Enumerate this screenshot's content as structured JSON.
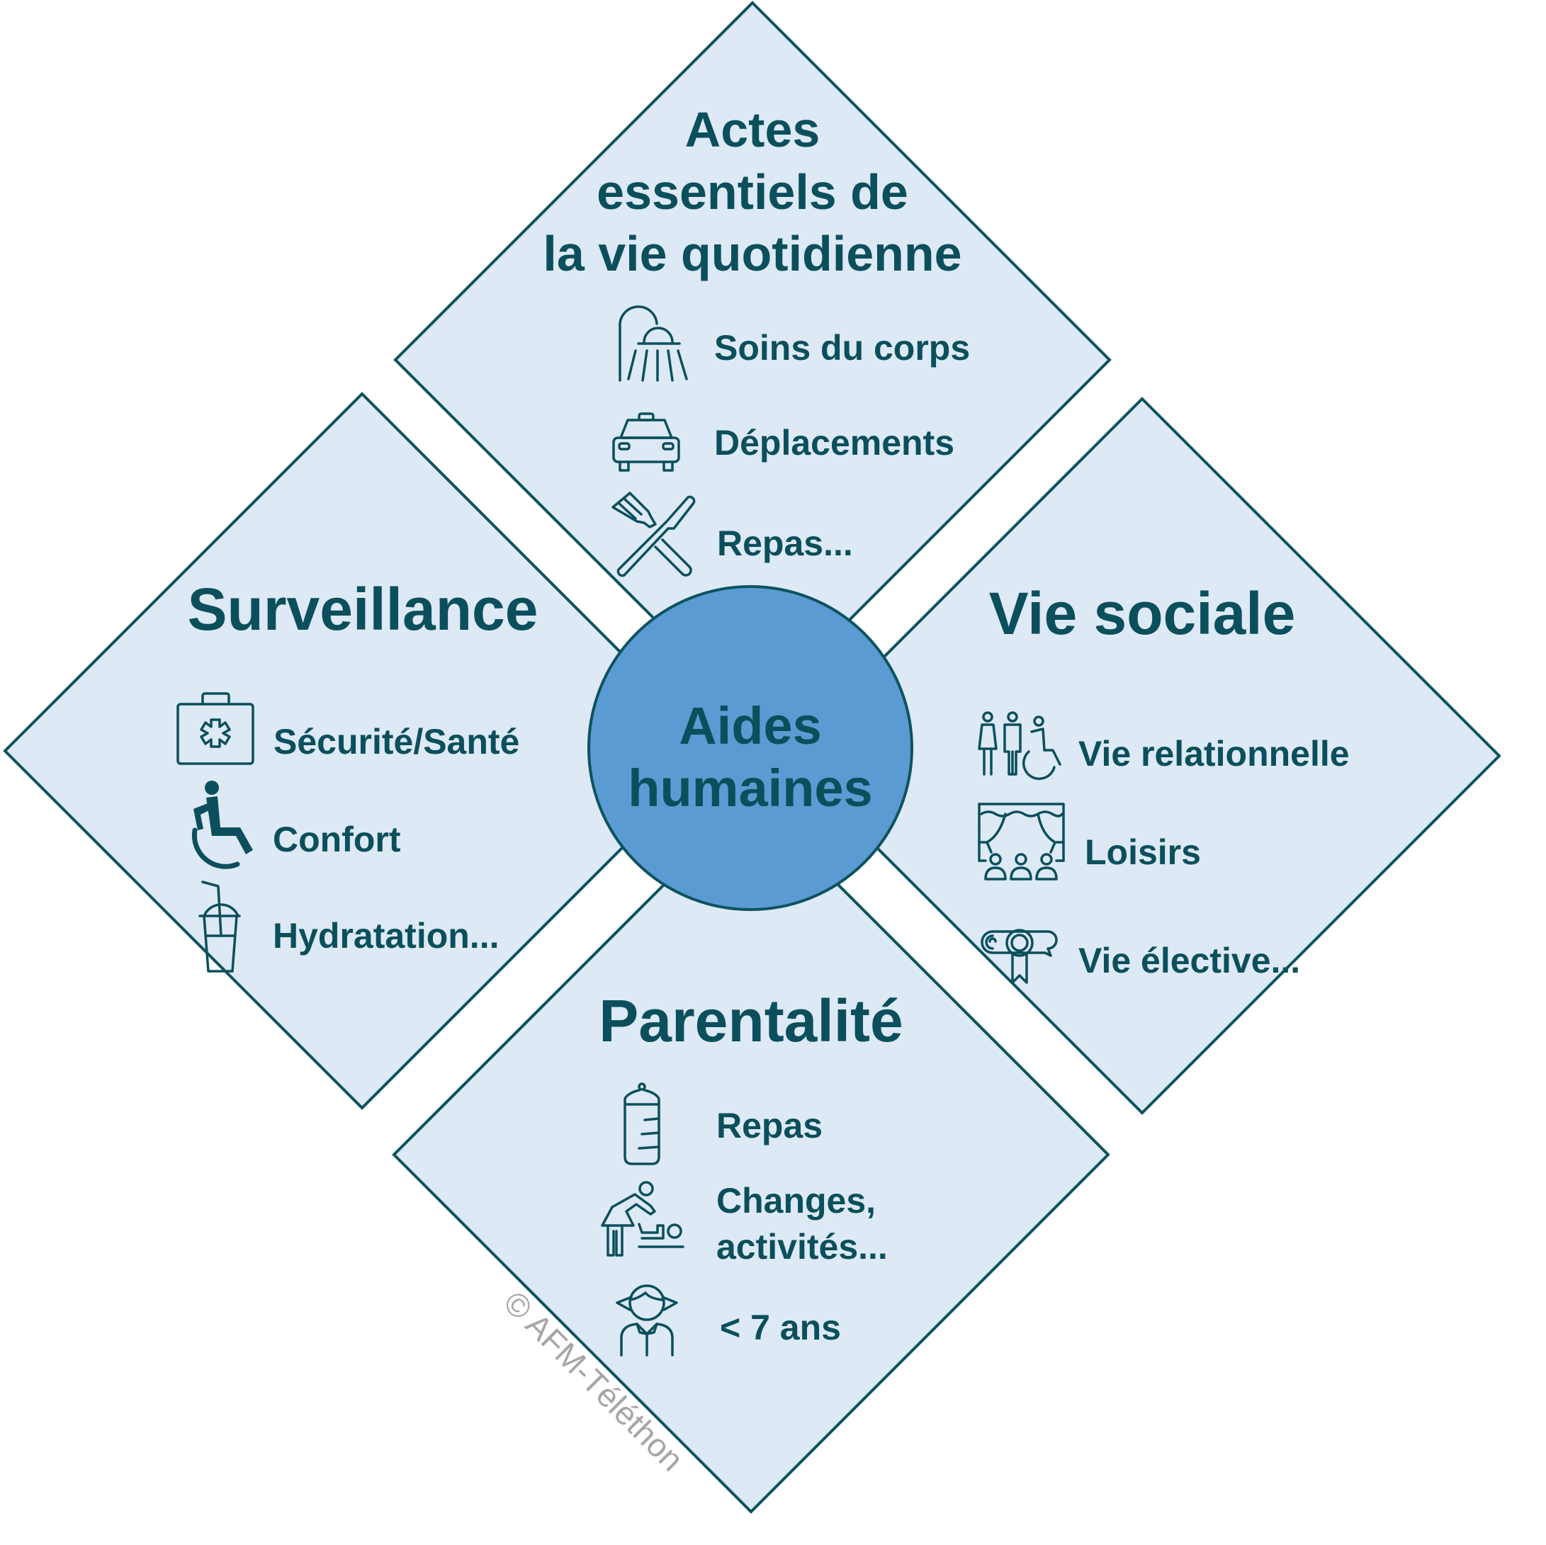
{
  "center": {
    "line1": "Aides",
    "line2": "humaines"
  },
  "quadrants": {
    "top": {
      "title_lines": [
        "Actes",
        "essentiels de",
        "la vie quotidienne"
      ],
      "items": [
        {
          "icon": "shower-icon",
          "label": "Soins du corps"
        },
        {
          "icon": "car-icon",
          "label": "Déplacements"
        },
        {
          "icon": "cutlery-icon",
          "label": "Repas..."
        }
      ]
    },
    "left": {
      "title": "Surveillance",
      "items": [
        {
          "icon": "medical-kit-icon",
          "label": "Sécurité/Santé"
        },
        {
          "icon": "wheelchair-icon",
          "label": "Confort"
        },
        {
          "icon": "drink-cup-icon",
          "label": "Hydratation..."
        }
      ]
    },
    "right": {
      "title": "Vie sociale",
      "items": [
        {
          "icon": "people-icon",
          "label": "Vie relationnelle"
        },
        {
          "icon": "theatre-icon",
          "label": "Loisirs"
        },
        {
          "icon": "diploma-icon",
          "label": "Vie élective..."
        }
      ]
    },
    "bottom": {
      "title": "Parentalité",
      "items": [
        {
          "icon": "baby-bottle-icon",
          "label": "Repas"
        },
        {
          "icon": "diaper-change-icon",
          "label_lines": [
            "Changes,",
            "activités..."
          ]
        },
        {
          "icon": "child-icon",
          "label": "< 7 ans"
        }
      ]
    }
  },
  "watermark": "© AFM-Téléthon",
  "colors": {
    "diamond_fill": "#dde9f5",
    "stroke": "#0d535e",
    "text": "#0b4f5c",
    "hub_fill": "#5b9bd3",
    "watermark": "#a6a6a6"
  }
}
